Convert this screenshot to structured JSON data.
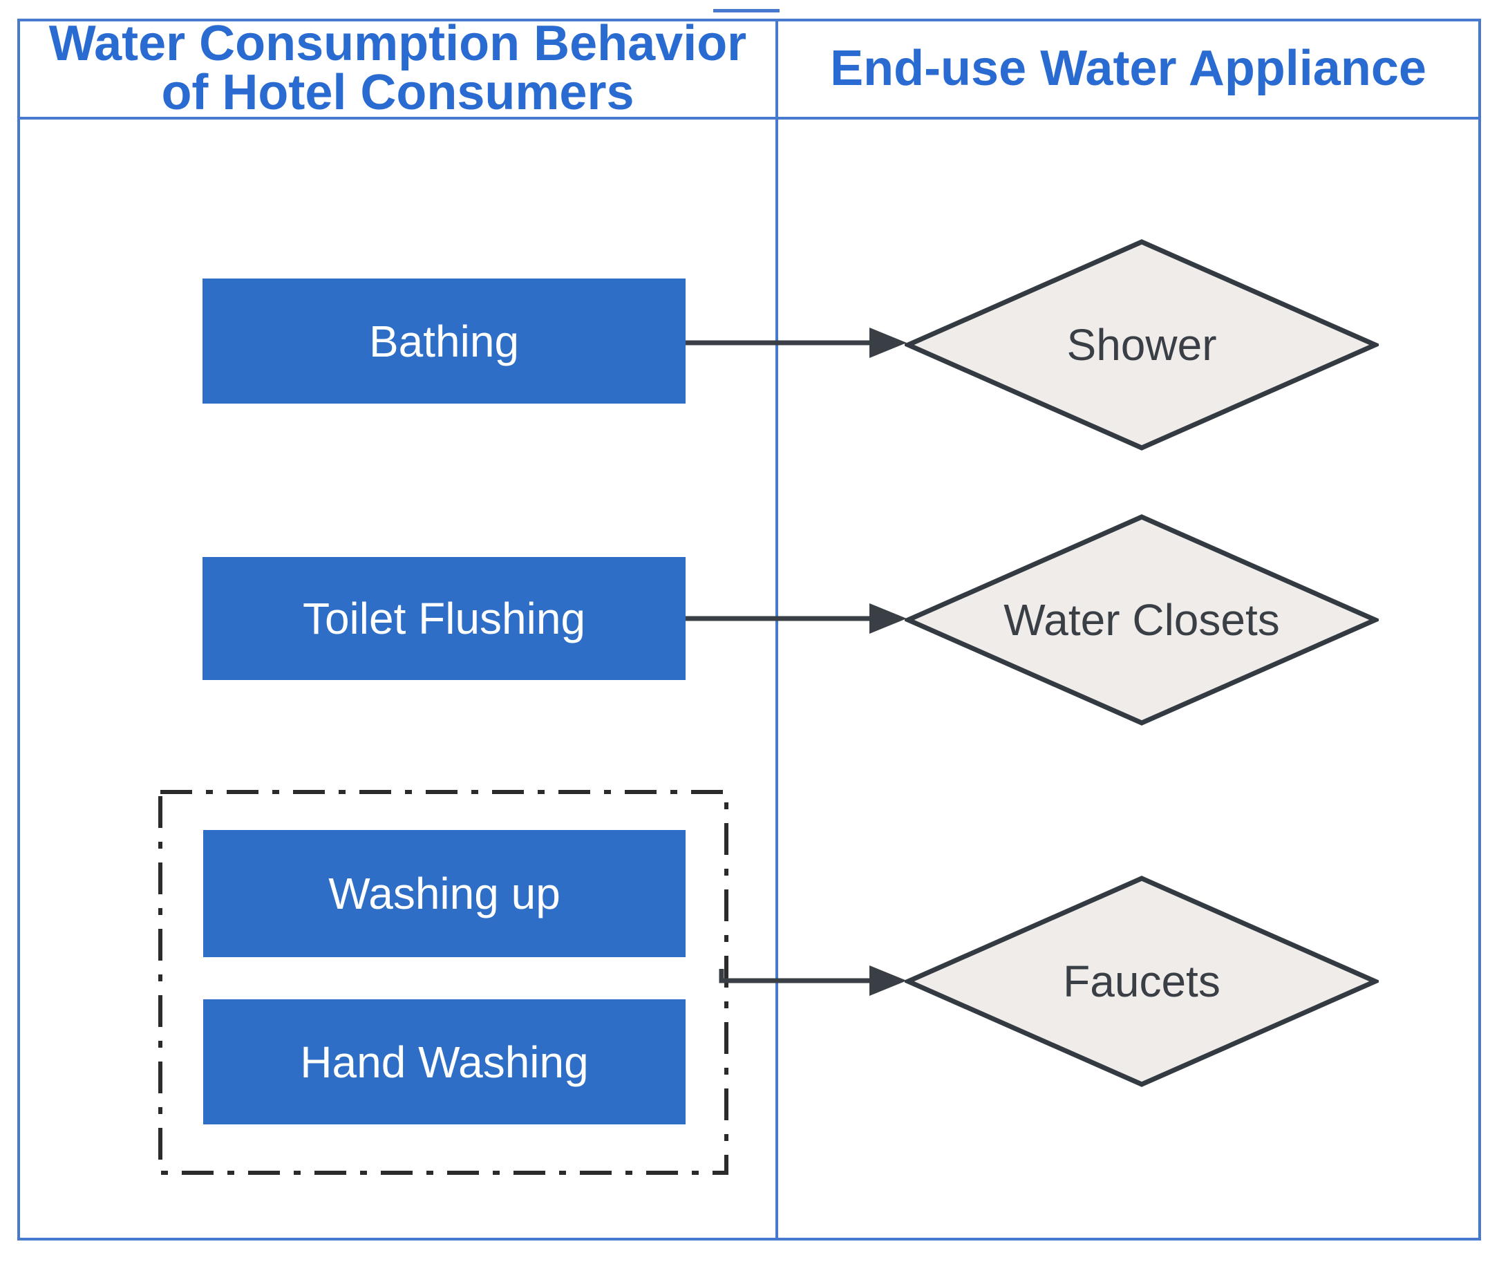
{
  "columns": {
    "left": {
      "header_line1": "Water Consumption Behavior",
      "header_line2": "of Hotel Consumers"
    },
    "right": {
      "header": "End-use Water Appliance"
    }
  },
  "behaviors": {
    "bathing": "Bathing",
    "toilet_flushing": "Toilet Flushing",
    "washing_up": "Washing up",
    "hand_washing": "Hand Washing"
  },
  "appliances": {
    "shower": "Shower",
    "water_closets": "Water Closets",
    "faucets": "Faucets"
  },
  "connections": [
    {
      "from": "Bathing",
      "to": "Shower"
    },
    {
      "from": "Toilet Flushing",
      "to": "Water Closets"
    },
    {
      "from": "Washing up + Hand Washing",
      "to": "Faucets"
    }
  ],
  "colors": {
    "background": "#ffffff",
    "box_fill": "#2e6ec6",
    "box_text": "#ffffff",
    "header_text": "#2a6bd1",
    "table_border": "#4779ce",
    "diamond_fill": "#efecea",
    "diamond_border": "#333a42",
    "arrow": "#3a3f45",
    "group_border": "#2b2b2b"
  }
}
